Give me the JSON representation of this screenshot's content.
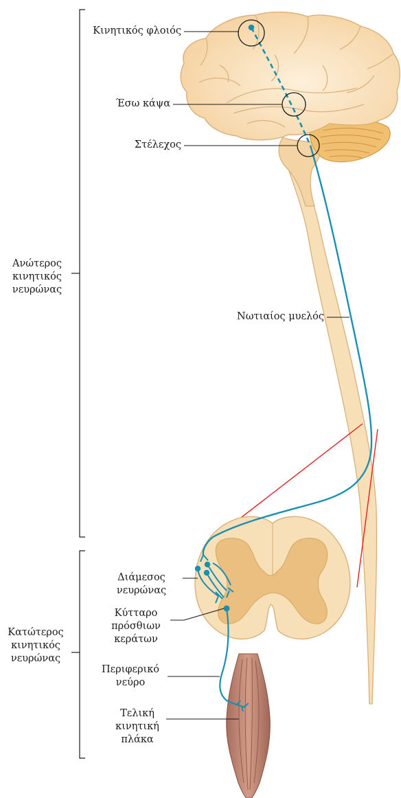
{
  "labels": {
    "motor_cortex": "Κινητικός φλοιός",
    "internal_capsule": "Έσω κάψα",
    "brainstem": "Στέλεχος",
    "spinal_cord": "Νωτιαίος μυελός",
    "upper_motor_neuron": [
      "Ανώτερος",
      "κινητικός",
      "νευρώνας"
    ],
    "lower_motor_neuron": [
      "Κατώτερος",
      "κινητικός",
      "νευρώνας"
    ],
    "interneuron": [
      "Διάμεσος",
      "νευρώνας"
    ],
    "anterior_horn_cell": [
      "Κύτταρο",
      "πρόσθιων",
      "κεράτων"
    ],
    "peripheral_nerve": [
      "Περιφερικό",
      "νεύρο"
    ],
    "motor_endplate": [
      "Τελική",
      "κινητική",
      "πλάκα"
    ]
  },
  "colors": {
    "brain": "#f8dcb0",
    "brain_outline": "#d9b07a",
    "cerebellum": "#f0c070",
    "spinal_cord": "#f7dfb8",
    "gray_matter": "#ebbf7f",
    "neuron": "#1a8fb0",
    "zoom_lines": "#e02020",
    "muscle": "#c08a78",
    "label_lines": "#1a1a1a"
  }
}
